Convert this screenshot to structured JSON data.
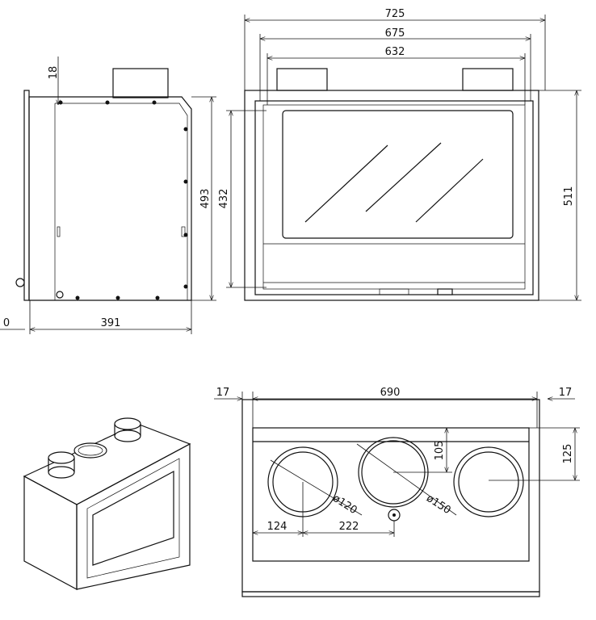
{
  "front_view": {
    "width_outer": "725",
    "width_mid": "675",
    "width_inner": "632",
    "height_total": "511",
    "glass_height": "432"
  },
  "side_view": {
    "top_offset": "18",
    "height": "493",
    "depth": "391",
    "left_offset": "0"
  },
  "plan_view": {
    "left_margin": "17",
    "width": "690",
    "right_margin": "17",
    "center_flue_offset": "105",
    "side_flue_offset": "125",
    "small_flue_diameter": "ø120",
    "large_flue_diameter": "ø150",
    "left_flue_offset": "124",
    "flue_spacing": "222"
  }
}
